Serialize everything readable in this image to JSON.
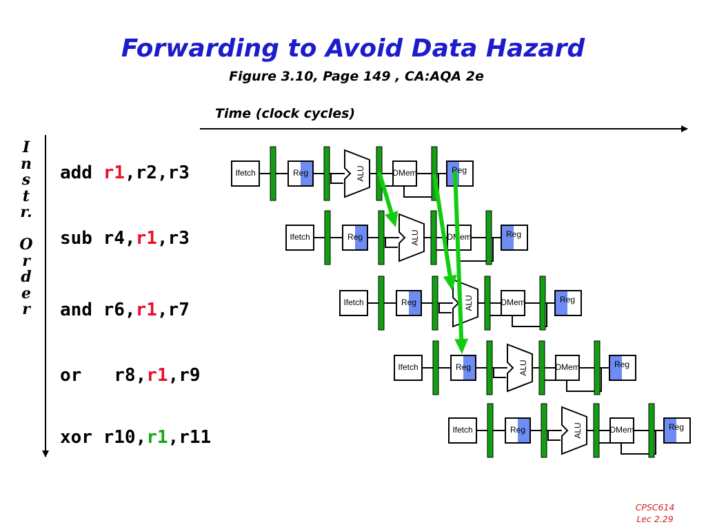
{
  "slide": {
    "title": "Forwarding to Avoid Data Hazard",
    "subtitle": "Figure 3.10, Page 149 , CA:AQA 2e",
    "time_axis_label": "Time (clock cycles)",
    "order_label_letters": [
      "I",
      "n",
      "s",
      "t",
      "r.",
      "",
      "O",
      "r",
      "d",
      "e",
      "r"
    ],
    "footer": {
      "course": "CPSC614",
      "lecture": "Lec 2.29"
    }
  },
  "instructions": [
    {
      "op": "add",
      "sp": " ",
      "a": "r1",
      "b": ",r2",
      "c": ",r3",
      "a_color": "red"
    },
    {
      "op": "sub",
      "sp": " ",
      "a": "r4,",
      "b": "r1",
      "c": ",r3",
      "b_color": "red"
    },
    {
      "op": "and",
      "sp": " ",
      "a": "r6,",
      "b": "r1",
      "c": ",r7",
      "b_color": "red"
    },
    {
      "op": "or",
      "sp": "   ",
      "a": "r8,",
      "b": "r1",
      "c": ",r9",
      "b_color": "red"
    },
    {
      "op": "xor",
      "sp": " ",
      "a": "r10,",
      "b": "r1",
      "c": ",r11",
      "b_color": "green"
    }
  ],
  "pipeline": {
    "stages": [
      "Ifetch",
      "Reg",
      "ALU",
      "DMem",
      "Reg"
    ],
    "colors": {
      "latch": "#12a012",
      "reg_highlight": "#6e8cf2",
      "forward_arrow": "#11cc11",
      "title": "#1c1ccc",
      "footer": "#d42020"
    }
  }
}
